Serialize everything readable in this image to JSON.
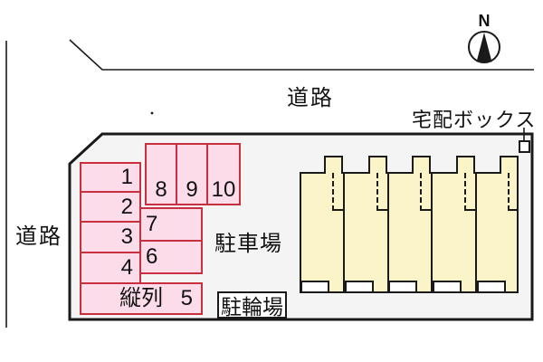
{
  "compass": {
    "north_label": "N"
  },
  "roads": {
    "top_label": "道路",
    "left_label": "道路"
  },
  "labels": {
    "parking_area": "駐車場",
    "bicycle_parking": "駐輪場",
    "delivery_box": "宅配ボックス"
  },
  "parking": {
    "spaces": [
      "1",
      "2",
      "3",
      "4",
      "6",
      "7",
      "8",
      "9",
      "10"
    ],
    "tandem_prefix": "縦列",
    "tandem_number": "5"
  },
  "building": {
    "unit_count": "5"
  },
  "colors": {
    "space_fill": "#fcdce8",
    "space_border": "#c9303f",
    "building_fill": "#faf4c8",
    "plot_fill": "#f4f4f4",
    "line": "#1a1a1a"
  }
}
